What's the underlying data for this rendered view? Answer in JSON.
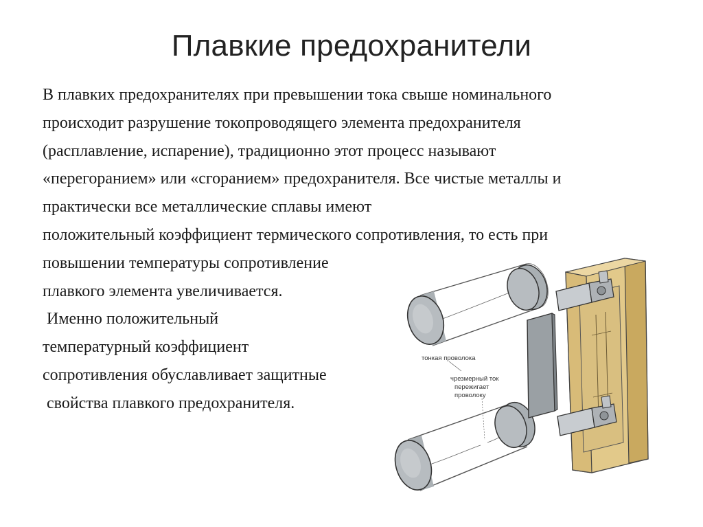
{
  "slide": {
    "title": "Плавкие предохранители",
    "paragraph_lines": [
      "В плавких предохранителях при превышении тока свыше номинального",
      "происходит разрушение токопроводящего элемента предохранителя",
      "(расплавление, испарение), традиционно этот процесс называют",
      "«перегоранием» или «сгоранием» предохранителя. Все чистые металлы и",
      "практически все металлические сплавы имеют",
      "положительный коэффициент термического сопротивления, то есть при",
      "повышении температуры сопротивление",
      "плавкого элемента увеличивается.",
      " Именно положительный",
      "температурный коэффициент",
      "сопротивления обуславливает защитные",
      " свойства плавкого предохранителя."
    ]
  },
  "figure": {
    "labels": {
      "thin_wire": "тонкая проволока",
      "overcurrent_1": "чрезмерный ток",
      "overcurrent_2": "пережигает",
      "overcurrent_3": "проволоку"
    },
    "colors": {
      "cap": "#b7bcc0",
      "holder": "#e2c98a",
      "holder_dark": "#c9a95f",
      "plate": "#9aa0a4",
      "clip": "#c8ccd0"
    }
  }
}
